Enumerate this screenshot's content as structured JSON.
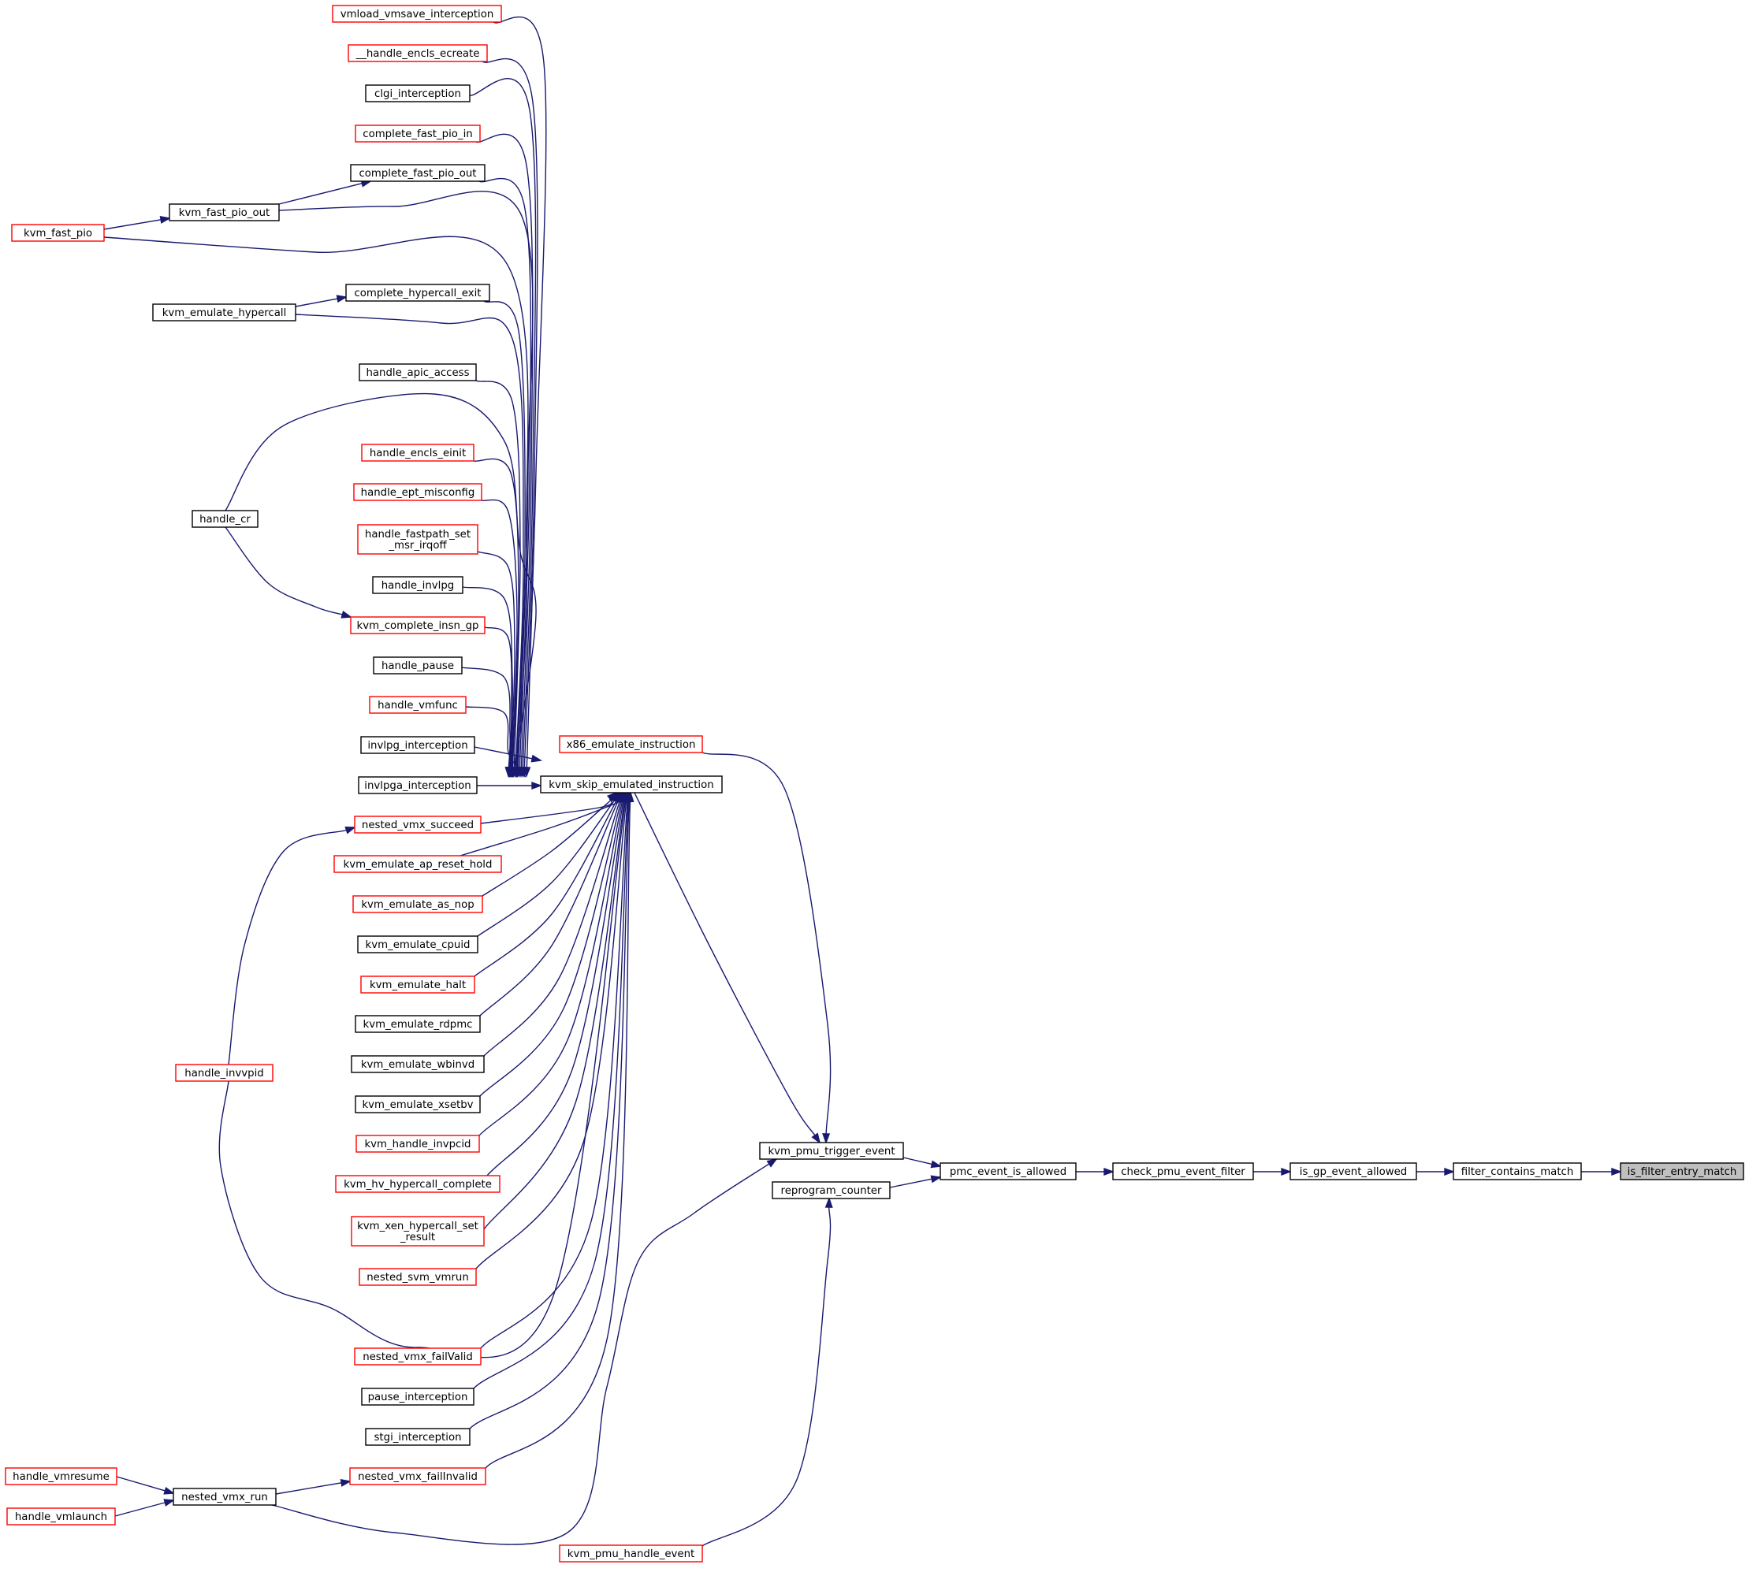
{
  "colors": {
    "edge": "#191970",
    "border_black": "#000000",
    "border_red": "#ff0000",
    "focus_fill": "#bfbfbf",
    "node_fill": "#ffffff"
  },
  "nodes": [
    {
      "id": "is_filter_entry_match",
      "lines": [
        "is_filter_entry_match"
      ],
      "border": "focus"
    },
    {
      "id": "filter_contains_match",
      "lines": [
        "filter_contains_match"
      ],
      "border": "black"
    },
    {
      "id": "is_gp_event_allowed",
      "lines": [
        "is_gp_event_allowed"
      ],
      "border": "black"
    },
    {
      "id": "check_pmu_event_filter",
      "lines": [
        "check_pmu_event_filter"
      ],
      "border": "black"
    },
    {
      "id": "pmc_event_is_allowed",
      "lines": [
        "pmc_event_is_allowed"
      ],
      "border": "black"
    },
    {
      "id": "kvm_pmu_trigger_event",
      "lines": [
        "kvm_pmu_trigger_event"
      ],
      "border": "black"
    },
    {
      "id": "reprogram_counter",
      "lines": [
        "reprogram_counter"
      ],
      "border": "black"
    },
    {
      "id": "x86_emulate_instruction",
      "lines": [
        "x86_emulate_instruction"
      ],
      "border": "red"
    },
    {
      "id": "kvm_skip_emulated_instruction",
      "lines": [
        "kvm_skip_emulated_instruction"
      ],
      "border": "black"
    },
    {
      "id": "kvm_pmu_handle_event",
      "lines": [
        "kvm_pmu_handle_event"
      ],
      "border": "red"
    },
    {
      "id": "vmload_vmsave_interception",
      "lines": [
        "vmload_vmsave_interception"
      ],
      "border": "red"
    },
    {
      "id": "__handle_encls_ecreate",
      "lines": [
        "__handle_encls_ecreate"
      ],
      "border": "red"
    },
    {
      "id": "clgi_interception",
      "lines": [
        "clgi_interception"
      ],
      "border": "black"
    },
    {
      "id": "complete_fast_pio_in",
      "lines": [
        "complete_fast_pio_in"
      ],
      "border": "red"
    },
    {
      "id": "complete_fast_pio_out",
      "lines": [
        "complete_fast_pio_out"
      ],
      "border": "black"
    },
    {
      "id": "kvm_fast_pio_out",
      "lines": [
        "kvm_fast_pio_out"
      ],
      "border": "black"
    },
    {
      "id": "kvm_fast_pio",
      "lines": [
        "kvm_fast_pio"
      ],
      "border": "red"
    },
    {
      "id": "complete_hypercall_exit",
      "lines": [
        "complete_hypercall_exit"
      ],
      "border": "black"
    },
    {
      "id": "kvm_emulate_hypercall",
      "lines": [
        "kvm_emulate_hypercall"
      ],
      "border": "black"
    },
    {
      "id": "handle_apic_access",
      "lines": [
        "handle_apic_access"
      ],
      "border": "black"
    },
    {
      "id": "handle_cr",
      "lines": [
        "handle_cr"
      ],
      "border": "black"
    },
    {
      "id": "handle_encls_einit",
      "lines": [
        "handle_encls_einit"
      ],
      "border": "red"
    },
    {
      "id": "handle_ept_misconfig",
      "lines": [
        "handle_ept_misconfig"
      ],
      "border": "red"
    },
    {
      "id": "handle_fastpath_set_msr_irqoff",
      "lines": [
        "handle_fastpath_set",
        "_msr_irqoff"
      ],
      "border": "red"
    },
    {
      "id": "handle_invlpg",
      "lines": [
        "handle_invlpg"
      ],
      "border": "black"
    },
    {
      "id": "kvm_complete_insn_gp",
      "lines": [
        "kvm_complete_insn_gp"
      ],
      "border": "red"
    },
    {
      "id": "handle_pause",
      "lines": [
        "handle_pause"
      ],
      "border": "black"
    },
    {
      "id": "handle_vmfunc",
      "lines": [
        "handle_vmfunc"
      ],
      "border": "red"
    },
    {
      "id": "invlpg_interception",
      "lines": [
        "invlpg_interception"
      ],
      "border": "black"
    },
    {
      "id": "invlpga_interception",
      "lines": [
        "invlpga_interception"
      ],
      "border": "black"
    },
    {
      "id": "nested_vmx_succeed",
      "lines": [
        "nested_vmx_succeed"
      ],
      "border": "red"
    },
    {
      "id": "handle_invvpid",
      "lines": [
        "handle_invvpid"
      ],
      "border": "red"
    },
    {
      "id": "kvm_emulate_ap_reset_hold",
      "lines": [
        "kvm_emulate_ap_reset_hold"
      ],
      "border": "red"
    },
    {
      "id": "kvm_emulate_as_nop",
      "lines": [
        "kvm_emulate_as_nop"
      ],
      "border": "red"
    },
    {
      "id": "kvm_emulate_cpuid",
      "lines": [
        "kvm_emulate_cpuid"
      ],
      "border": "black"
    },
    {
      "id": "kvm_emulate_halt",
      "lines": [
        "kvm_emulate_halt"
      ],
      "border": "red"
    },
    {
      "id": "kvm_emulate_rdpmc",
      "lines": [
        "kvm_emulate_rdpmc"
      ],
      "border": "black"
    },
    {
      "id": "kvm_emulate_wbinvd",
      "lines": [
        "kvm_emulate_wbinvd"
      ],
      "border": "black"
    },
    {
      "id": "kvm_emulate_xsetbv",
      "lines": [
        "kvm_emulate_xsetbv"
      ],
      "border": "black"
    },
    {
      "id": "kvm_handle_invpcid",
      "lines": [
        "kvm_handle_invpcid"
      ],
      "border": "red"
    },
    {
      "id": "kvm_hv_hypercall_complete",
      "lines": [
        "kvm_hv_hypercall_complete"
      ],
      "border": "red"
    },
    {
      "id": "kvm_xen_hypercall_set_result",
      "lines": [
        "kvm_xen_hypercall_set",
        "_result"
      ],
      "border": "red"
    },
    {
      "id": "nested_svm_vmrun",
      "lines": [
        "nested_svm_vmrun"
      ],
      "border": "red"
    },
    {
      "id": "nested_vmx_failValid",
      "lines": [
        "nested_vmx_failValid"
      ],
      "border": "red"
    },
    {
      "id": "pause_interception",
      "lines": [
        "pause_interception"
      ],
      "border": "black"
    },
    {
      "id": "stgi_interception",
      "lines": [
        "stgi_interception"
      ],
      "border": "black"
    },
    {
      "id": "nested_vmx_failInvalid",
      "lines": [
        "nested_vmx_failInvalid"
      ],
      "border": "red"
    },
    {
      "id": "nested_vmx_run",
      "lines": [
        "nested_vmx_run"
      ],
      "border": "black"
    },
    {
      "id": "handle_vmresume",
      "lines": [
        "handle_vmresume"
      ],
      "border": "red"
    },
    {
      "id": "handle_vmlaunch",
      "lines": [
        "handle_vmlaunch"
      ],
      "border": "red"
    }
  ],
  "edges": [
    {
      "from": "filter_contains_match",
      "to": "is_filter_entry_match"
    },
    {
      "from": "is_gp_event_allowed",
      "to": "filter_contains_match"
    },
    {
      "from": "check_pmu_event_filter",
      "to": "is_gp_event_allowed"
    },
    {
      "from": "pmc_event_is_allowed",
      "to": "check_pmu_event_filter"
    },
    {
      "from": "kvm_pmu_trigger_event",
      "to": "pmc_event_is_allowed"
    },
    {
      "from": "reprogram_counter",
      "to": "pmc_event_is_allowed"
    },
    {
      "from": "x86_emulate_instruction",
      "to": "kvm_pmu_trigger_event"
    },
    {
      "from": "kvm_skip_emulated_instruction",
      "to": "kvm_pmu_trigger_event"
    },
    {
      "from": "nested_vmx_run",
      "to": "kvm_pmu_trigger_event"
    },
    {
      "from": "kvm_pmu_handle_event",
      "to": "reprogram_counter"
    },
    {
      "from": "vmload_vmsave_interception",
      "to": "kvm_skip_emulated_instruction"
    },
    {
      "from": "__handle_encls_ecreate",
      "to": "kvm_skip_emulated_instruction"
    },
    {
      "from": "clgi_interception",
      "to": "kvm_skip_emulated_instruction"
    },
    {
      "from": "complete_fast_pio_in",
      "to": "kvm_skip_emulated_instruction"
    },
    {
      "from": "complete_fast_pio_out",
      "to": "kvm_skip_emulated_instruction"
    },
    {
      "from": "kvm_fast_pio_out",
      "to": "kvm_skip_emulated_instruction"
    },
    {
      "from": "kvm_fast_pio",
      "to": "kvm_skip_emulated_instruction"
    },
    {
      "from": "complete_hypercall_exit",
      "to": "kvm_skip_emulated_instruction"
    },
    {
      "from": "kvm_emulate_hypercall",
      "to": "kvm_skip_emulated_instruction"
    },
    {
      "from": "handle_apic_access",
      "to": "kvm_skip_emulated_instruction"
    },
    {
      "from": "handle_cr",
      "to": "kvm_skip_emulated_instruction"
    },
    {
      "from": "handle_encls_einit",
      "to": "kvm_skip_emulated_instruction"
    },
    {
      "from": "handle_ept_misconfig",
      "to": "kvm_skip_emulated_instruction"
    },
    {
      "from": "handle_fastpath_set_msr_irqoff",
      "to": "kvm_skip_emulated_instruction"
    },
    {
      "from": "handle_invlpg",
      "to": "kvm_skip_emulated_instruction"
    },
    {
      "from": "kvm_complete_insn_gp",
      "to": "kvm_skip_emulated_instruction"
    },
    {
      "from": "handle_pause",
      "to": "kvm_skip_emulated_instruction"
    },
    {
      "from": "handle_vmfunc",
      "to": "kvm_skip_emulated_instruction"
    },
    {
      "from": "invlpg_interception",
      "to": "kvm_skip_emulated_instruction"
    },
    {
      "from": "invlpga_interception",
      "to": "kvm_skip_emulated_instruction"
    },
    {
      "from": "nested_vmx_succeed",
      "to": "kvm_skip_emulated_instruction"
    },
    {
      "from": "handle_invvpid",
      "to": "kvm_skip_emulated_instruction"
    },
    {
      "from": "kvm_emulate_ap_reset_hold",
      "to": "kvm_skip_emulated_instruction"
    },
    {
      "from": "kvm_emulate_as_nop",
      "to": "kvm_skip_emulated_instruction"
    },
    {
      "from": "kvm_emulate_cpuid",
      "to": "kvm_skip_emulated_instruction"
    },
    {
      "from": "kvm_emulate_halt",
      "to": "kvm_skip_emulated_instruction"
    },
    {
      "from": "kvm_emulate_rdpmc",
      "to": "kvm_skip_emulated_instruction"
    },
    {
      "from": "kvm_emulate_wbinvd",
      "to": "kvm_skip_emulated_instruction"
    },
    {
      "from": "kvm_emulate_xsetbv",
      "to": "kvm_skip_emulated_instruction"
    },
    {
      "from": "kvm_handle_invpcid",
      "to": "kvm_skip_emulated_instruction"
    },
    {
      "from": "kvm_hv_hypercall_complete",
      "to": "kvm_skip_emulated_instruction"
    },
    {
      "from": "kvm_xen_hypercall_set_result",
      "to": "kvm_skip_emulated_instruction"
    },
    {
      "from": "nested_svm_vmrun",
      "to": "kvm_skip_emulated_instruction"
    },
    {
      "from": "nested_vmx_failValid",
      "to": "kvm_skip_emulated_instruction"
    },
    {
      "from": "pause_interception",
      "to": "kvm_skip_emulated_instruction"
    },
    {
      "from": "stgi_interception",
      "to": "kvm_skip_emulated_instruction"
    },
    {
      "from": "nested_vmx_failInvalid",
      "to": "kvm_skip_emulated_instruction"
    },
    {
      "from": "kvm_fast_pio_out",
      "to": "complete_fast_pio_out"
    },
    {
      "from": "kvm_fast_pio",
      "to": "kvm_fast_pio_out"
    },
    {
      "from": "kvm_emulate_hypercall",
      "to": "complete_hypercall_exit"
    },
    {
      "from": "handle_cr",
      "to": "kvm_complete_insn_gp"
    },
    {
      "from": "handle_invvpid",
      "to": "nested_vmx_succeed"
    },
    {
      "from": "nested_vmx_run",
      "to": "nested_vmx_failInvalid"
    },
    {
      "from": "handle_vmresume",
      "to": "nested_vmx_run"
    },
    {
      "from": "handle_vmlaunch",
      "to": "nested_vmx_run"
    }
  ]
}
